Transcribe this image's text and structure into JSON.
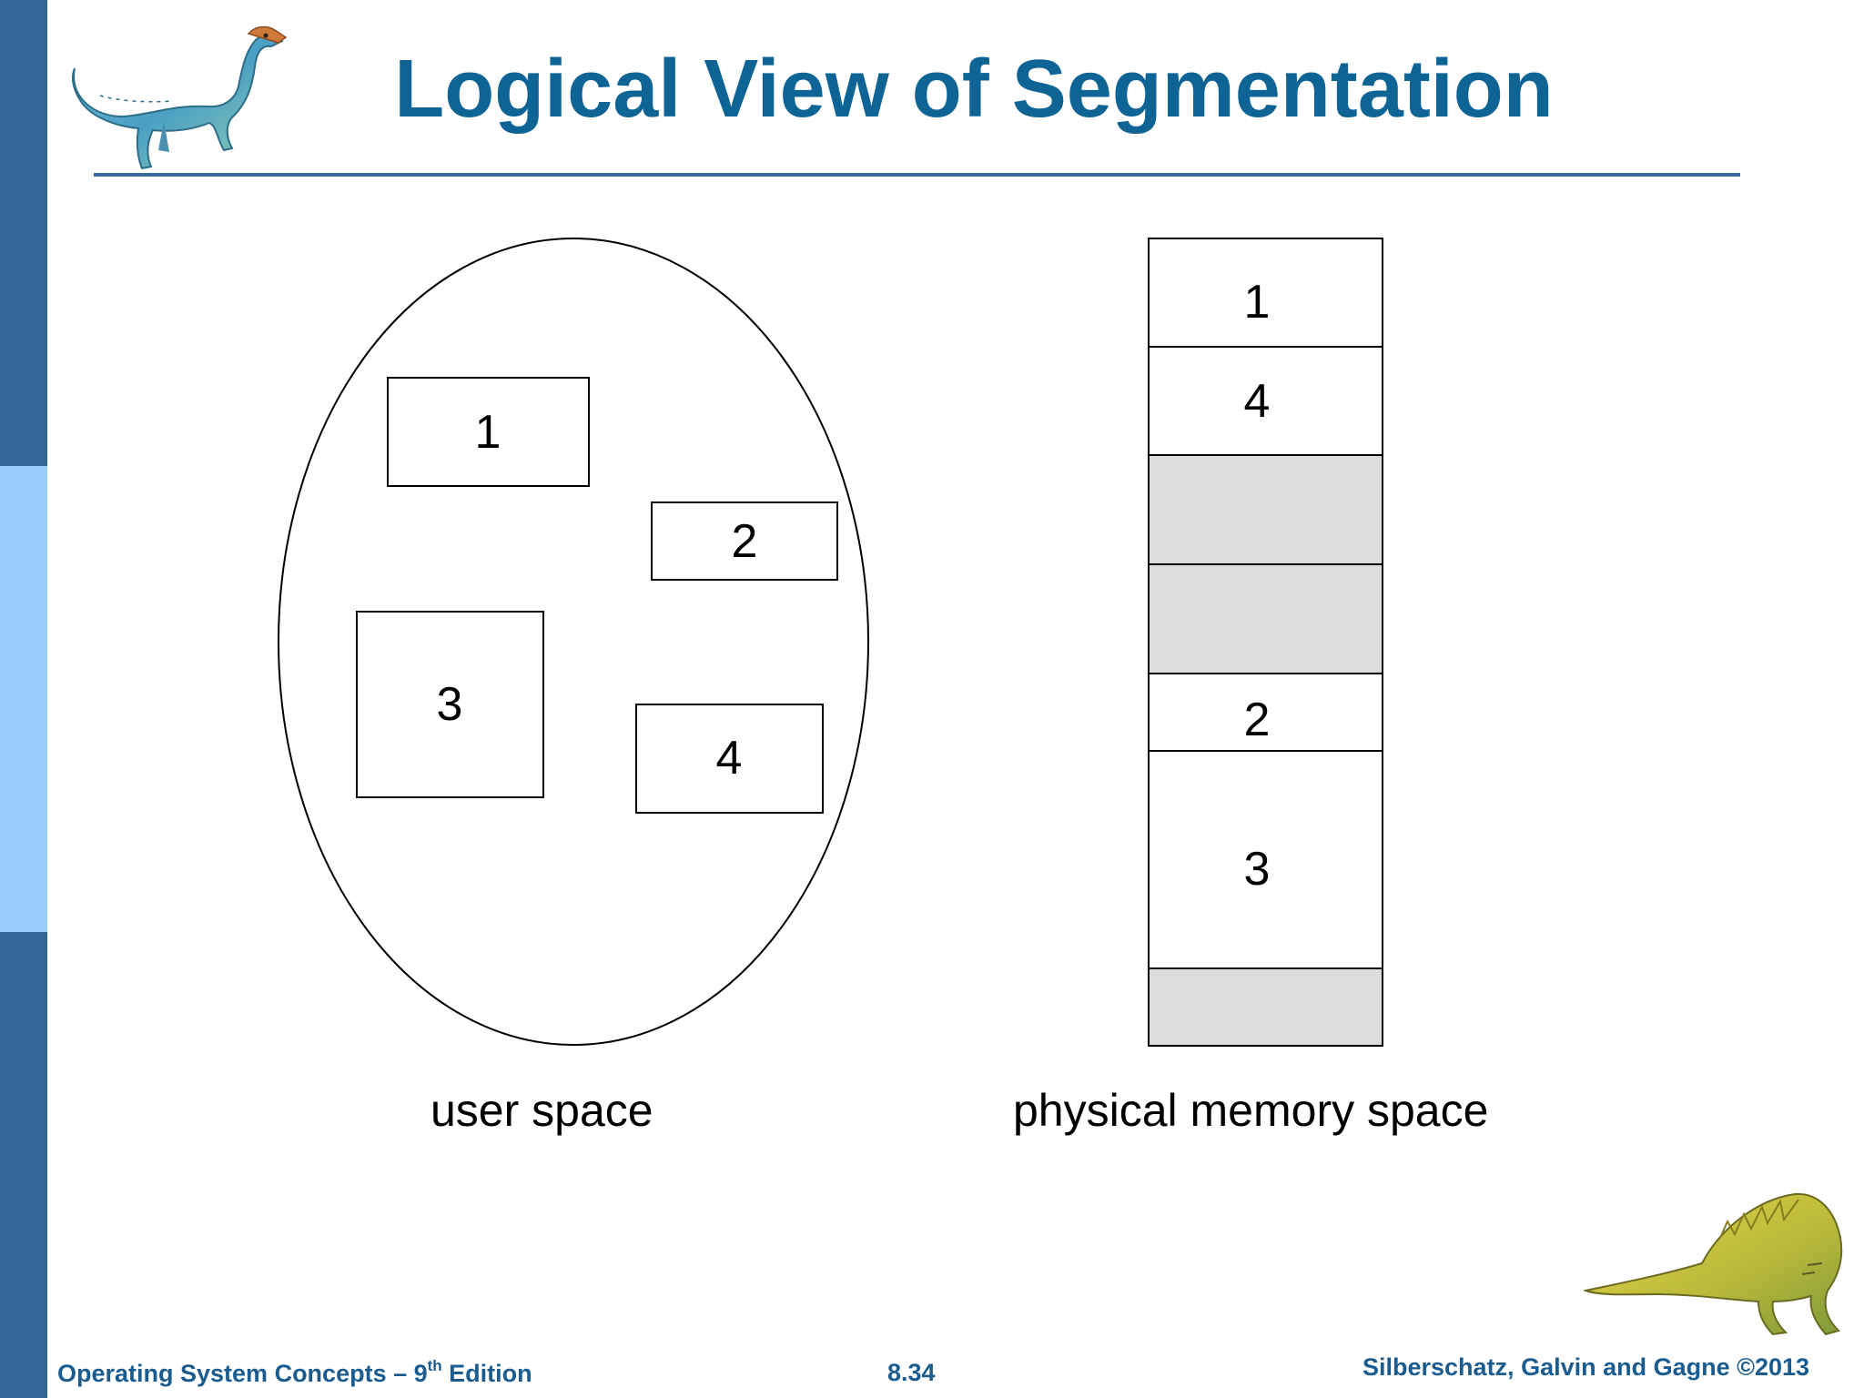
{
  "slide": {
    "title": "Logical View of Segmentation"
  },
  "colors": {
    "title": "#0f6496",
    "rule": "#35699a",
    "bar_dark": "#336699",
    "bar_light": "#99ccff",
    "free_block": "#dcdcdc",
    "footer": "#1a5c8f"
  },
  "diagram": {
    "user_space": {
      "caption": "user space",
      "segments": [
        {
          "label": "1"
        },
        {
          "label": "2"
        },
        {
          "label": "3"
        },
        {
          "label": "4"
        }
      ]
    },
    "physical_memory": {
      "caption": "physical memory space",
      "blocks": [
        {
          "label": "1",
          "free": false
        },
        {
          "label": "4",
          "free": false
        },
        {
          "label": "",
          "free": true
        },
        {
          "label": "",
          "free": true
        },
        {
          "label": "2",
          "free": false
        },
        {
          "label": "3",
          "free": false
        },
        {
          "label": "",
          "free": true
        }
      ]
    }
  },
  "footer": {
    "left_pre": "Operating System Concepts – 9",
    "left_sup": "th",
    "left_post": " Edition",
    "center": "8.34",
    "right": "Silberschatz, Galvin and Gagne ©2013"
  },
  "icons": [
    "dinosaur-top-left-icon",
    "dinosaur-bottom-right-icon"
  ]
}
